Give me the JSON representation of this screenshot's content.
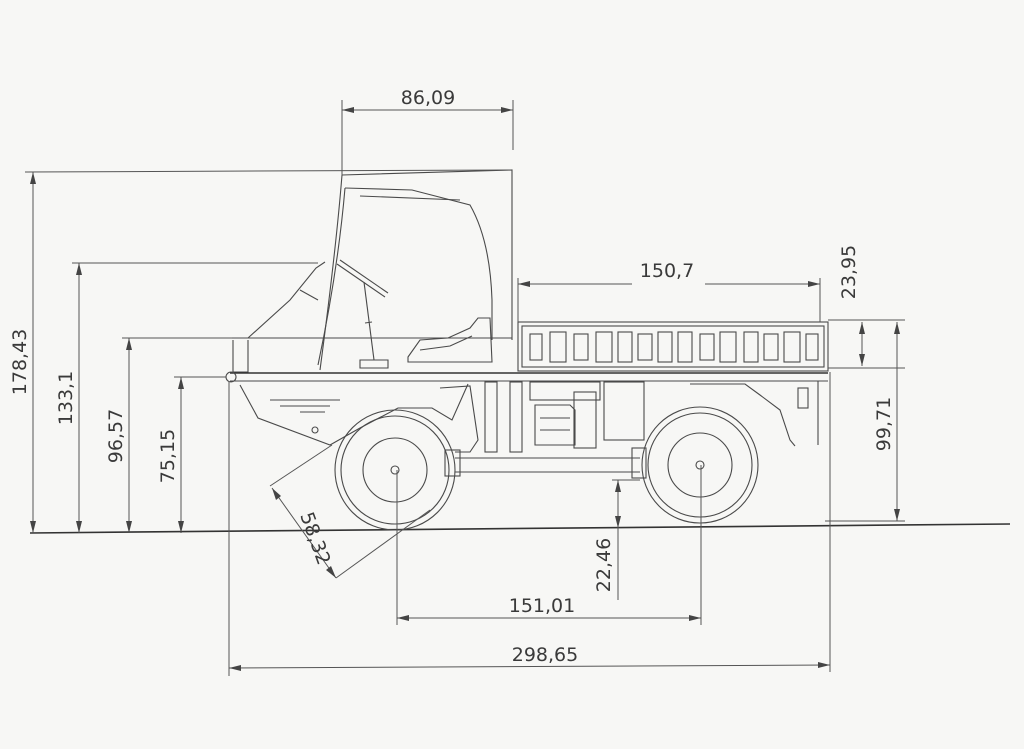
{
  "drawing": {
    "colors": {
      "paper": "#f7f7f5",
      "ink": "#3a3a3a"
    },
    "dimensions": {
      "roof_width": "86,09",
      "total_height": "178,43",
      "seat_height": "133,1",
      "hood_height": "96,57",
      "frame_height": "75,15",
      "approach_radius": "58,32",
      "bed_length": "150,7",
      "bed_side_height": "23,95",
      "bed_top_height": "99,71",
      "ground_clearance": "22,46",
      "wheelbase": "151,01",
      "overall_length": "298,65"
    }
  }
}
